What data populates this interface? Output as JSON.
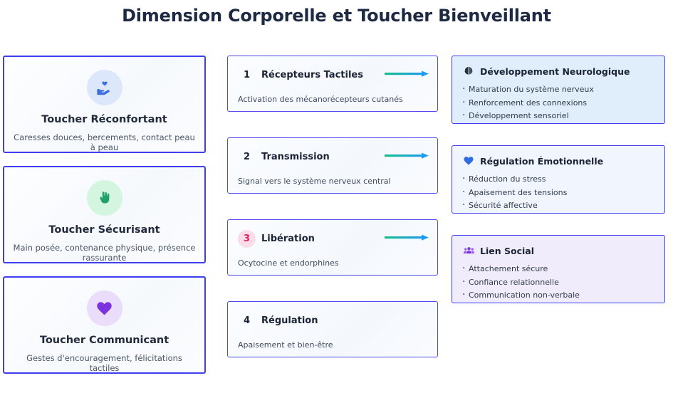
{
  "title": "Dimension Corporelle et Toucher Bienveillant",
  "colors": {
    "card_border": "#3f3ff0",
    "title_text": "#1e2a44",
    "arrow_start": "#16c08a",
    "arrow_end": "#1f9bf0",
    "step3_badge_bg": "#fbdce8",
    "step3_badge_text": "#e0245e",
    "icon_blue": "#3b6fe0",
    "icon_green": "#22a06b",
    "icon_purple": "#7b33e0"
  },
  "touch_cards": [
    {
      "icon": "hand-holding-heart-icon",
      "icon_color": "#3b6fe0",
      "circle_class": "ic-blue",
      "title": "Toucher Réconfortant",
      "description": "Caresses douces, bercements, contact peau à peau"
    },
    {
      "icon": "hand-gesture-icon",
      "icon_color": "#22a06b",
      "circle_class": "ic-green",
      "title": "Toucher Sécurisant",
      "description": "Main posée, contenance physique, présence rassurante"
    },
    {
      "icon": "heart-icon",
      "icon_color": "#7b33e0",
      "circle_class": "ic-purple",
      "title": "Toucher Communicant",
      "description": "Gestes d'encouragement, félicitations tactiles"
    }
  ],
  "steps": [
    {
      "number": "1",
      "name": "Récepteurs Tactiles",
      "description": "Activation des mécanorécepteurs cutanés",
      "has_arrow": true,
      "badge_style": "plain"
    },
    {
      "number": "2",
      "name": "Transmission",
      "description": "Signal vers le système nerveux central",
      "has_arrow": true,
      "badge_style": "plain"
    },
    {
      "number": "3",
      "name": "Libération",
      "description": "Ocytocine et endorphines",
      "has_arrow": true,
      "badge_style": "pink"
    },
    {
      "number": "4",
      "name": "Régulation",
      "description": "Apaisement et bien-être",
      "has_arrow": false,
      "badge_style": "plain"
    }
  ],
  "benefits": [
    {
      "icon": "brain-icon",
      "icon_color": "#2b2f3a",
      "panel_class": "b-blue",
      "title": "Développement Neurologique",
      "items": [
        "Maturation du système nerveux",
        "Renforcement des connexions",
        "Développement sensoriel"
      ]
    },
    {
      "icon": "heart-icon",
      "icon_color": "#2f6ee0",
      "panel_class": "b-light",
      "title": "Régulation Émotionnelle",
      "items": [
        "Réduction du stress",
        "Apaisement des tensions",
        "Sécurité affective"
      ]
    },
    {
      "icon": "people-group-icon",
      "icon_color": "#7b33e0",
      "panel_class": "b-lilac",
      "title": "Lien Social",
      "items": [
        "Attachement sécure",
        "Confiance relationnelle",
        "Communication non-verbale"
      ]
    }
  ]
}
